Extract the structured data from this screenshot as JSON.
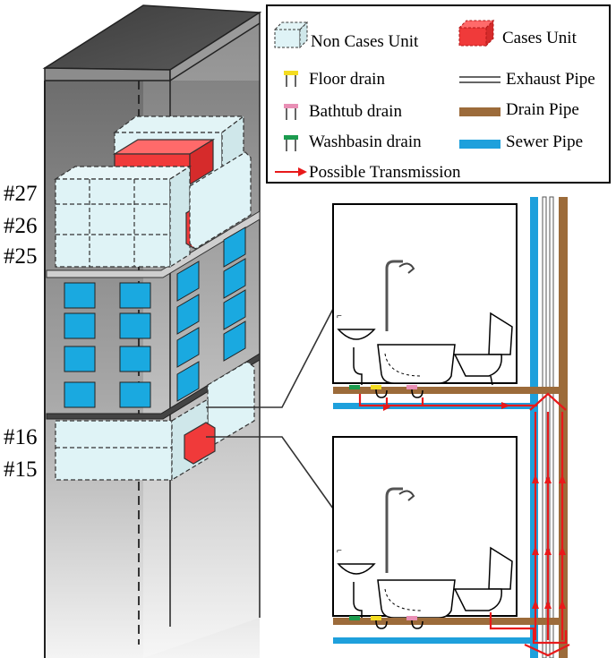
{
  "floors": {
    "f27": "#27",
    "f26": "#26",
    "f25": "#25",
    "f16": "#16",
    "f15": "#15"
  },
  "legend": {
    "non_cases_unit": "Non Cases Unit",
    "cases_unit": "Cases Unit",
    "floor_drain": "Floor drain",
    "exhaust_pipe": "Exhaust Pipe",
    "bathtub_drain": "Bathtub drain",
    "drain_pipe": "Drain Pipe",
    "washbasin_drain": "Washbasin drain",
    "sewer_pipe": "Sewer Pipe",
    "possible_transmission": "Possible Transmission"
  },
  "colors": {
    "cases_unit": "#f03a3a",
    "non_cases_unit": "#dff3f6",
    "window": "#1aa9e0",
    "floor_drain": "#f4dc21",
    "bathtub_drain": "#e98fb5",
    "washbasin_drain": "#1b9b4e",
    "drain_pipe": "#9c6b3a",
    "sewer_pipe": "#1ea0dc",
    "transmission": "#e8191a"
  }
}
